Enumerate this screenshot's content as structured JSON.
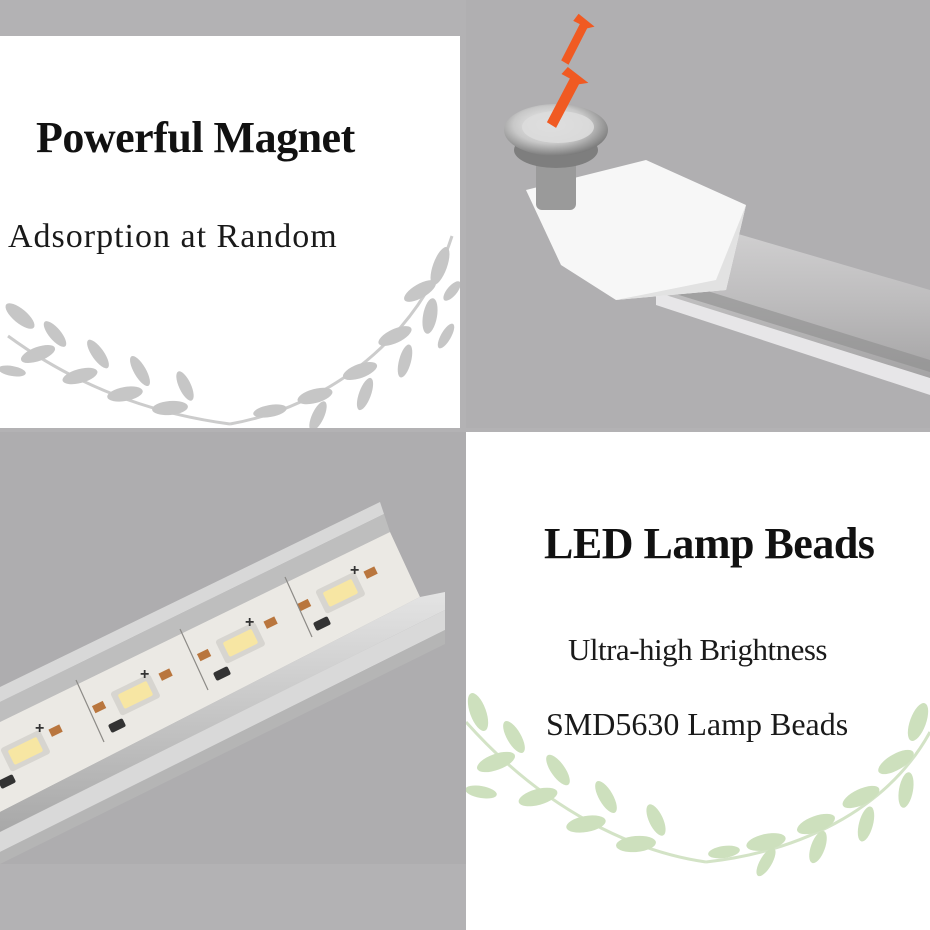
{
  "magnet_panel": {
    "title": "Powerful Magnet",
    "subtitle": "Adsorption at Random"
  },
  "led_panel": {
    "title": "LED Lamp Beads",
    "feature_1": "Ultra-high Brightness",
    "feature_2": "SMD5630 Lamp Beads"
  },
  "led_strip": {
    "polarity_mark": "+"
  },
  "colors": {
    "photo_background": "#b0afb1",
    "panel_background": "#ffffff",
    "arrow_orange": "#f05a22",
    "grey_leaf": "#b9b9b9",
    "green_leaf": "#c5dcb4",
    "pcb_white": "#e8e6e2",
    "copper_pad": "#b9763e",
    "led_yellow": "#f7e6a3"
  }
}
